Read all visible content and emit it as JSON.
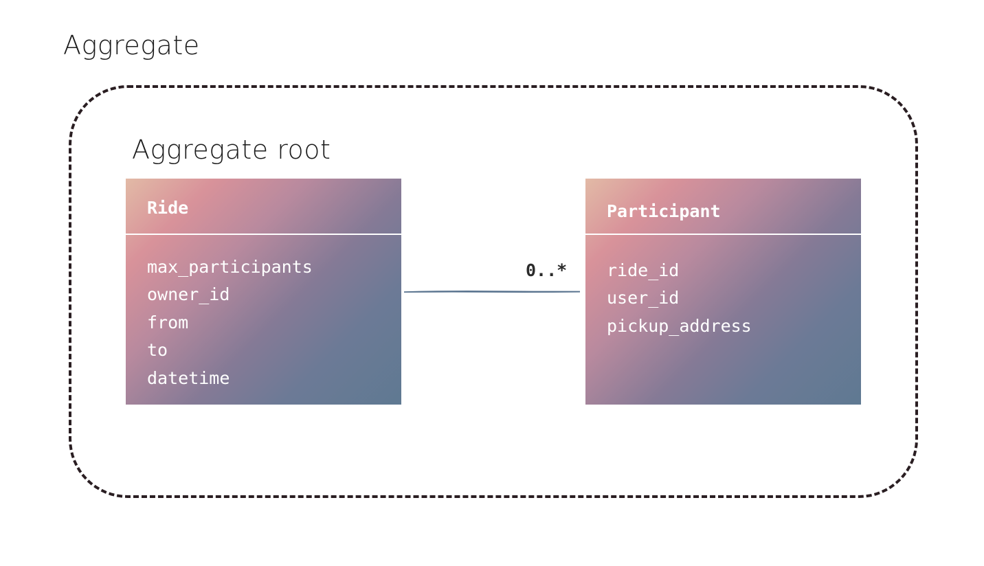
{
  "labels": {
    "aggregate": "Aggregate",
    "aggregate_root": "Aggregate root"
  },
  "entities": [
    {
      "name": "Ride",
      "attributes": [
        "max_participants",
        "owner_id",
        "from",
        "to",
        "datetime"
      ]
    },
    {
      "name": "Participant",
      "attributes": [
        "ride_id",
        "user_id",
        "pickup_address"
      ]
    }
  ],
  "relationship": {
    "from": "Ride",
    "to": "Participant",
    "multiplicity": "0..*"
  },
  "colors": {
    "boundary": "#2a1e22",
    "connector": "#5b7590",
    "entity_gradient_start": "#e2baa6",
    "entity_gradient_end": "#5f7992",
    "entity_text": "#ffffff"
  }
}
